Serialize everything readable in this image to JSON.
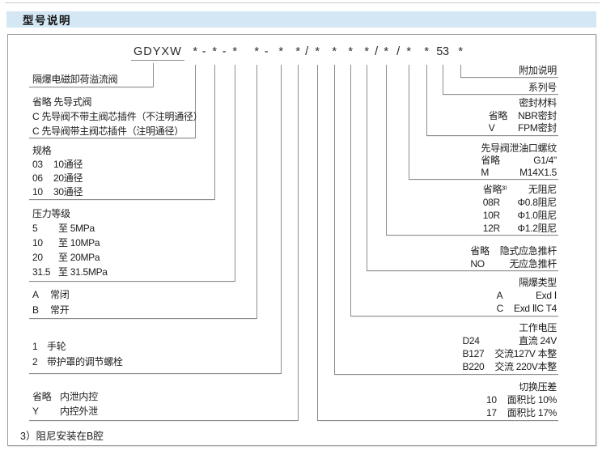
{
  "page": {
    "header_title": "型号说明",
    "footnote": "3）阻尼安装在B腔"
  },
  "model_code": {
    "prefix": "GDYXW",
    "tokens": [
      "*",
      "-",
      "*",
      "-",
      "*",
      "*",
      "-",
      "*",
      "*",
      "/",
      "*",
      "*",
      "*",
      "*",
      "/",
      "*",
      "/",
      "*",
      "*",
      "53",
      "*"
    ]
  },
  "diagram": {
    "left_blocks": [
      {
        "name": "valve-name",
        "rows": [
          {
            "t": "隔爆电磁卸荷溢流阀"
          }
        ]
      },
      {
        "name": "pilot-valve-type",
        "rows": [
          {
            "c": "省略",
            "t": "先导式阀"
          },
          {
            "c": "C",
            "t": "先导阀不带主阀芯插件（不注明通径）"
          },
          {
            "c": "C",
            "t": "先导阀带主阀芯插件（注明通径）"
          }
        ]
      },
      {
        "name": "size",
        "rows": [
          {
            "t": "规格"
          },
          {
            "c": "03",
            "t": "10通径"
          },
          {
            "c": "06",
            "t": "20通径"
          },
          {
            "c": "10",
            "t": "30通径"
          }
        ]
      },
      {
        "name": "pressure-grade",
        "rows": [
          {
            "t": "压力等级"
          },
          {
            "c": "5",
            "t": "至  5MPa"
          },
          {
            "c": "10",
            "t": "至 10MPa"
          },
          {
            "c": "20",
            "t": "至 20MPa"
          },
          {
            "c": "31.5",
            "t": "至 31.5MPa"
          }
        ]
      },
      {
        "name": "normal-state",
        "rows": [
          {
            "c": "A",
            "t": "常闭"
          },
          {
            "c": "B",
            "t": "常开"
          }
        ]
      },
      {
        "name": "adjustment-type",
        "rows": [
          {
            "c": "1",
            "t": "手轮"
          },
          {
            "c": "2",
            "t": "带护罩的调节螺栓"
          }
        ]
      },
      {
        "name": "drain-control",
        "rows": [
          {
            "c": "省略",
            "t": "内泄内控"
          },
          {
            "c": "Y",
            "t": "内控外泄"
          }
        ]
      }
    ],
    "right_blocks": [
      {
        "name": "additional-notes",
        "rows": [
          {
            "t": "附加说明"
          }
        ]
      },
      {
        "name": "series-number",
        "rows": [
          {
            "t": "系列号"
          }
        ]
      },
      {
        "name": "seal-material",
        "rows": [
          {
            "t": "密封材料"
          },
          {
            "c": "省略",
            "t": "NBR密封"
          },
          {
            "c": "V",
            "t": "FPM密封"
          }
        ]
      },
      {
        "name": "pilot-drain-port-thread",
        "rows": [
          {
            "t": "先导阀泄油口螺纹"
          },
          {
            "c": "省略",
            "t": "G1/4\""
          },
          {
            "c": "M",
            "t": "M14X1.5"
          }
        ]
      },
      {
        "name": "damping",
        "rows": [
          {
            "c": "省略³⁾",
            "t": "无阻尼"
          },
          {
            "c": "08R",
            "t": "Φ0.8阻尼"
          },
          {
            "c": "10R",
            "t": "Φ1.0阻尼"
          },
          {
            "c": "12R",
            "t": "Φ1.2阻尼"
          }
        ]
      },
      {
        "name": "emergency-push-rod",
        "rows": [
          {
            "c": "省略",
            "t": "隐式应急推杆"
          },
          {
            "c": "NO",
            "t": "无应急推杆"
          }
        ]
      },
      {
        "name": "explosion-proof-type",
        "rows": [
          {
            "t": "隔爆类型"
          },
          {
            "c": "A",
            "t": "Exd Ⅰ"
          },
          {
            "c": "C",
            "t": "Exd ⅡC T4"
          }
        ]
      },
      {
        "name": "working-voltage",
        "rows": [
          {
            "t": "工作电压"
          },
          {
            "c": "D24",
            "t": "直流 24V"
          },
          {
            "c": "B127",
            "t": "交流127V 本整"
          },
          {
            "c": "B220",
            "t": "交流 220V本整"
          }
        ]
      },
      {
        "name": "switching-pressure-diff",
        "rows": [
          {
            "t": "切换压差"
          },
          {
            "c": "10",
            "t": "面积比  10%"
          },
          {
            "c": "17",
            "t": "面积比  17%"
          }
        ]
      }
    ]
  }
}
